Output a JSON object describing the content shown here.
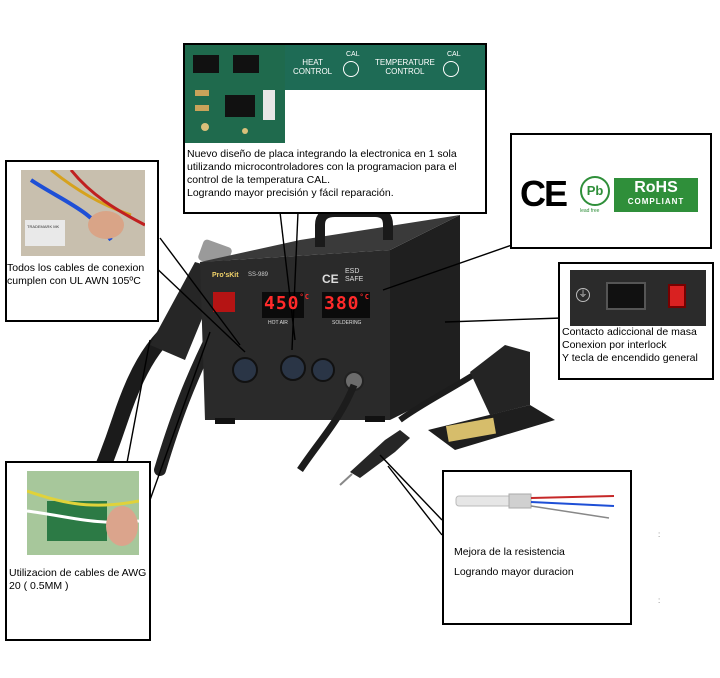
{
  "pcb_box": {
    "heat_control": "HEAT\nCONTROL",
    "heat_cal": "CAL",
    "temp_control": "TEMPERATURE\nCONTROL",
    "temp_cal": "CAL",
    "caption": "Nuevo diseño de placa integrando la electronica en 1 sola utilizando microcontroladores con la programacion para el control de la temperatura CAL.\nLogrando mayor precisión y fácil reparación."
  },
  "cert_box": {
    "ce_mark": "CE",
    "pb_mark": "Pb",
    "pb_sub": "lead free",
    "rohs_title": "RoHS",
    "rohs_sub": "COMPLIANT"
  },
  "cables_box": {
    "thumb_label": "TRADEMARK MK",
    "caption": "Todos los cables de conexion cumplen con UL AWN 105ºC"
  },
  "ground_box": {
    "caption": "Contacto adiccional de masa\nConexion por interlock\nY tecla de encendido general"
  },
  "awg_box": {
    "caption": "Utilizacion de cables de AWG 20 ( 0.5MM )"
  },
  "resist_box": {
    "line1": "Mejora de la resistencia",
    "line2": "Logrando mayor duracion"
  },
  "station": {
    "brand": "Pro'sKit",
    "model": "SS-989",
    "display_left": "450",
    "display_left_unit": "°C",
    "display_right": "380",
    "display_right_unit": "°C",
    "esd_label": "ESD\nSAFE",
    "ce_small": "CE",
    "label_hot_air": "HOT AIR",
    "label_soldering": "SOLDERING"
  },
  "stray_marks": [
    ":",
    ":"
  ],
  "colors": {
    "pcb_green": "#1e6b55",
    "rohs_green": "#2f8f3a",
    "display_red": "#ff2a2a",
    "station_body": "#2a2a2a"
  }
}
